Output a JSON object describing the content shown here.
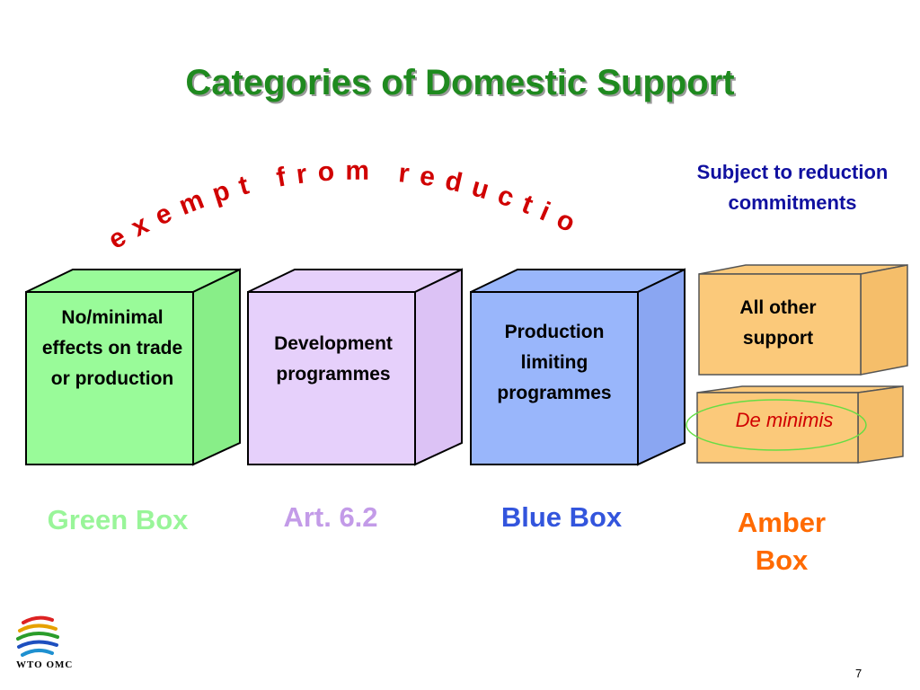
{
  "title": "Categories of Domestic Support",
  "arc_text": "exempt from reduction",
  "subject_text": "Subject to reduction commitments",
  "boxes": [
    {
      "face_text": "No/minimal effects on trade or production",
      "label": "Green Box",
      "label_color": "#99f599",
      "front_color": "#99fb99",
      "side_color": "#88ee88"
    },
    {
      "face_text": "Development programmes",
      "label": "Art. 6.2",
      "label_color": "#c39be8",
      "front_color": "#e6d0fb",
      "side_color": "#dcc2f5"
    },
    {
      "face_text": "Production limiting programmes",
      "label": "Blue Box",
      "label_color": "#3355dd",
      "front_color": "#99b6fb",
      "side_color": "#8aa6f2"
    },
    {
      "face_text": "All other support",
      "label": "Amber Box",
      "label_color": "#ff6a00",
      "front_color": "#fbc97a",
      "side_color": "#f5be6a"
    }
  ],
  "de_minimis": "De minimis",
  "logo_text": "WTO OMC",
  "page_number": "7",
  "colors": {
    "title": "#1f8a1f",
    "arc_text": "#d00000",
    "subject": "#1010a0",
    "ellipse": "#66dd44"
  },
  "logo_icon": "wto-logo-icon"
}
